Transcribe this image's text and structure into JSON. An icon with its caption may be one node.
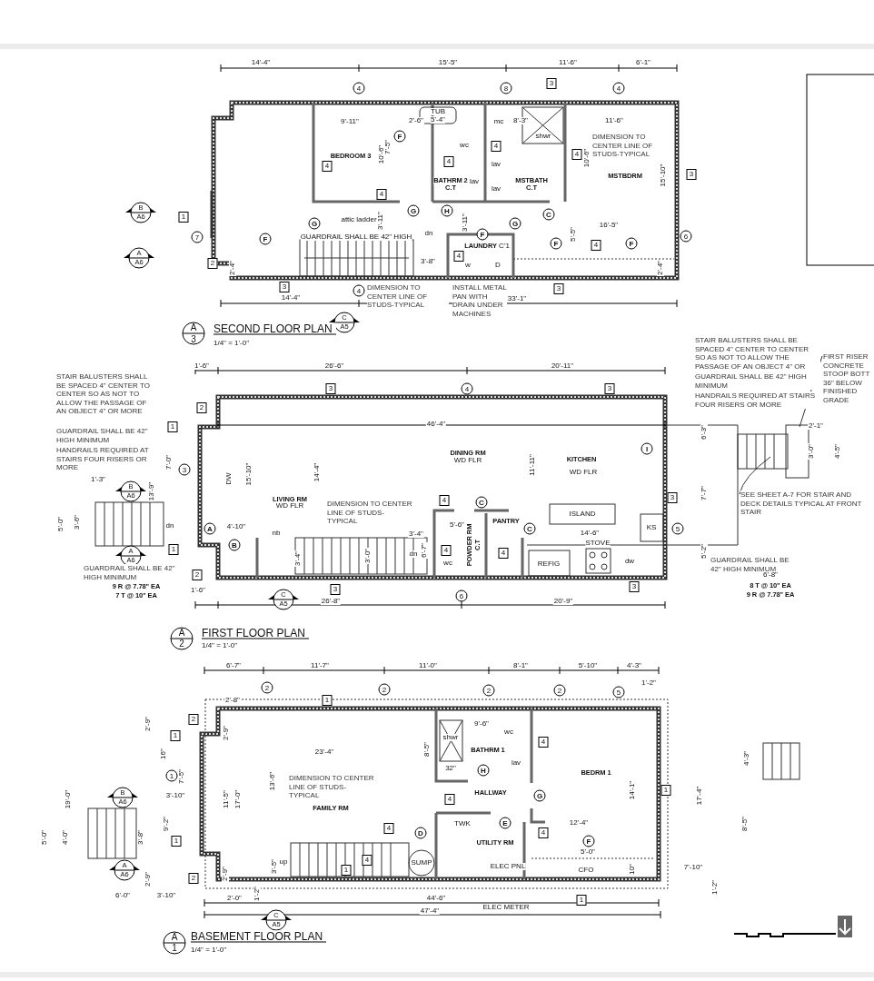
{
  "diagram": {
    "nodes": [
      {
        "text": [
          "SEE SHEET A-7 FOR STAIR AND DECK DETAILS TYPICAL AT FRONT STAIR"
        ]
      },
      {
        "text": [
          "FIRST RISER CONCRETE STOOP BOTT 36\" BELOW FINISHED GRADE"
        ]
      }
    ],
    "edges": [
      {
        "from": 0,
        "to": null,
        "arrow": "none"
      },
      {
        "from": 1,
        "to": null,
        "arrow": "none"
      }
    ],
    "labels": [
      "14'-4\"",
      "15'-5\"",
      "11'-6\"",
      "6'-1\"",
      "4",
      "8",
      "3",
      "4",
      "9'-11\"",
      "2'-6\"",
      "TUB",
      "5'-4\"",
      "mc",
      "8'-3\"",
      "11'-6\"",
      "F",
      "shwr",
      "DIMENSION TO CENTER LINE OF STUDS-TYPICAL",
      "7'-5\"",
      "wc",
      "4",
      "BEDROOM 3",
      "10'-6\"",
      "4",
      "10'-6\"",
      "4",
      "4",
      "lav",
      "MSTBDRM",
      "15'-10\"",
      "3",
      "BATHRM 2",
      "C.T",
      "lav",
      "lav",
      "MSTBATH",
      "C.T",
      "4",
      "1",
      "G",
      "attic ladder",
      "3'-11\"",
      "G",
      "H",
      "3'-11\"",
      "G",
      "C",
      "16'-5\"",
      "7",
      "F",
      "GUARDRAIL SHALL BE 42\" HIGH",
      "dn",
      "F",
      "5'-5\"",
      "6",
      "LAUNDRY",
      "C'1",
      "F",
      "4",
      "F",
      "4",
      "2",
      "2'-4\"",
      "3'-8\"",
      "w",
      "D",
      "2'-4\"",
      "3",
      "4",
      "DIMENSION TO CENTER LINE OF STUDS-TYPICAL",
      "INSTALL METAL PAN WITH DRAIN UNDER MACHINES",
      "3",
      "14'-4\"",
      "33'-1\"",
      "B",
      "A6",
      "A",
      "A6",
      "A",
      "SECOND FLOOR PLAN",
      "C",
      "A5",
      "3",
      "1/4\" = 1'-0\"",
      "1'-6\"",
      "26'-6\"",
      "20'-11\"",
      "3",
      "4",
      "3",
      "STAIR BALUSTERS SHALL BE SPACED 4\" CENTER TO CENTER SO AS NOT TO ALLOW THE PASSAGE OF AN OBJECT 4\" OR MORE",
      "GUARDRAIL SHALL BE 42\" HIGH MINIMUM",
      "HANDRAILS REQUIRED AT STAIRS FOUR RISERS OR MORE",
      "STAIR BALUSTERS SHALL BE SPACED 4\" CENTER TO CENTER SO AS NOT TO ALLOW THE PASSAGE OF AN OBJECT 4\" OR MORE",
      "GUARDRAIL SHALL BE 42\" HIGH MINIMUM",
      "HANDRAILS REQUIRED AT STAIRS FOUR RISERS OR MORE",
      "2",
      "46'-4\"",
      "1",
      "6'-3\"",
      "2'-1\"",
      "DINING RM",
      "WD FLR",
      "I",
      "3'-0\"",
      "4'-5\"",
      "7'-0\"",
      "3",
      "DW",
      "15'-10\"",
      "14'-4\"",
      "11'-11\"",
      "KITCHEN",
      "WD FLR",
      "1'-3\"",
      "B",
      "A6",
      "13'-9\"",
      "7'-7\"",
      "3",
      "LIVING RM",
      "WD FLR",
      "DIMENSION TO CENTER LINE OF STUDS-TYPICAL",
      "4",
      "C",
      "5'-0\"",
      "3'-6\"",
      "dn",
      "A",
      "4'-10\"",
      "nb",
      "3'-4\"",
      "5'-6\"",
      "PANTRY",
      "C",
      "ISLAND",
      "14'-6\"",
      "KS",
      "5",
      "POWDER RM",
      "C.T",
      "B",
      "STOVE",
      "1",
      "6'-7\"",
      "4",
      "4",
      "5'-2\"",
      "dn",
      "3'-0\"",
      "A",
      "A6",
      "3'-4\"",
      "wc",
      "REFIG",
      "dw",
      "GUARDRAIL SHALL BE 42\" HIGH MINIMUM",
      "GUARDRAIL SHALL BE 42\" HIGH MINIMUM",
      "2",
      "6'-8\"",
      "9 R @ 7.78\" EA",
      "8 T @ 10\" EA",
      "7 T @ 10\" EA",
      "1'-6\"",
      "C",
      "3",
      "6",
      "3",
      "9 R @ 7.78\" EA",
      "A5",
      "26'-8\"",
      "20'-9\"",
      "A",
      "FIRST FLOOR PLAN",
      "2",
      "1/4\" = 1'-0\"",
      "6'-7\"",
      "11'-7\"",
      "11'-0\"",
      "8'-1\"",
      "5'-10\"",
      "4'-3\"",
      "1'-2\"",
      "2",
      "2",
      "2",
      "2",
      "5",
      "2'-8\"",
      "1",
      "2",
      "9'-6\"",
      "2'-9\"",
      "wc",
      "2'-9\"",
      "1",
      "4",
      "shwr",
      "8'-5\"",
      "BATHRM 1",
      "23'-4\"",
      "16\"",
      "4'-3\"",
      "lav",
      "H",
      "32\"",
      "BEDRM 1",
      "1",
      "7'-5\"",
      "19'-0\"",
      "B",
      "A6",
      "3'-10\"",
      "11'-5\"",
      "17'-0\"",
      "13'-6\"",
      "DIMENSION TO CENTER LINE OF STUDS-TYPICAL",
      "FAMILY RM",
      "4",
      "HALLWAY",
      "G",
      "14'-1\"",
      "1",
      "17'-4\"",
      "9'-2\"",
      "4",
      "D",
      "TWK",
      "E",
      "4",
      "12'-4\"",
      "8'-5\"",
      "5'-0\"",
      "4'-0\"",
      "3'-8\"",
      "1",
      "UTILITY RM",
      "F",
      "5'-0\"",
      "A",
      "A6",
      "2'-9\"",
      "2",
      "2'-9\"",
      "3'-5\"",
      "up",
      "1",
      "4",
      "SUMP",
      "ELEC PNL",
      "CFO",
      "10\"",
      "7'-10\"",
      "1'-2\"",
      "1'-2\"",
      "6'-0\"",
      "3'-10\"",
      "2'-0\"",
      "44'-6\"",
      "1",
      "ELEC METER",
      "47'-4\"",
      "C",
      "A5",
      "A",
      "BASEMENT FLOOR PLAN",
      "1",
      "1/4\" = 1'-0\""
    ]
  }
}
